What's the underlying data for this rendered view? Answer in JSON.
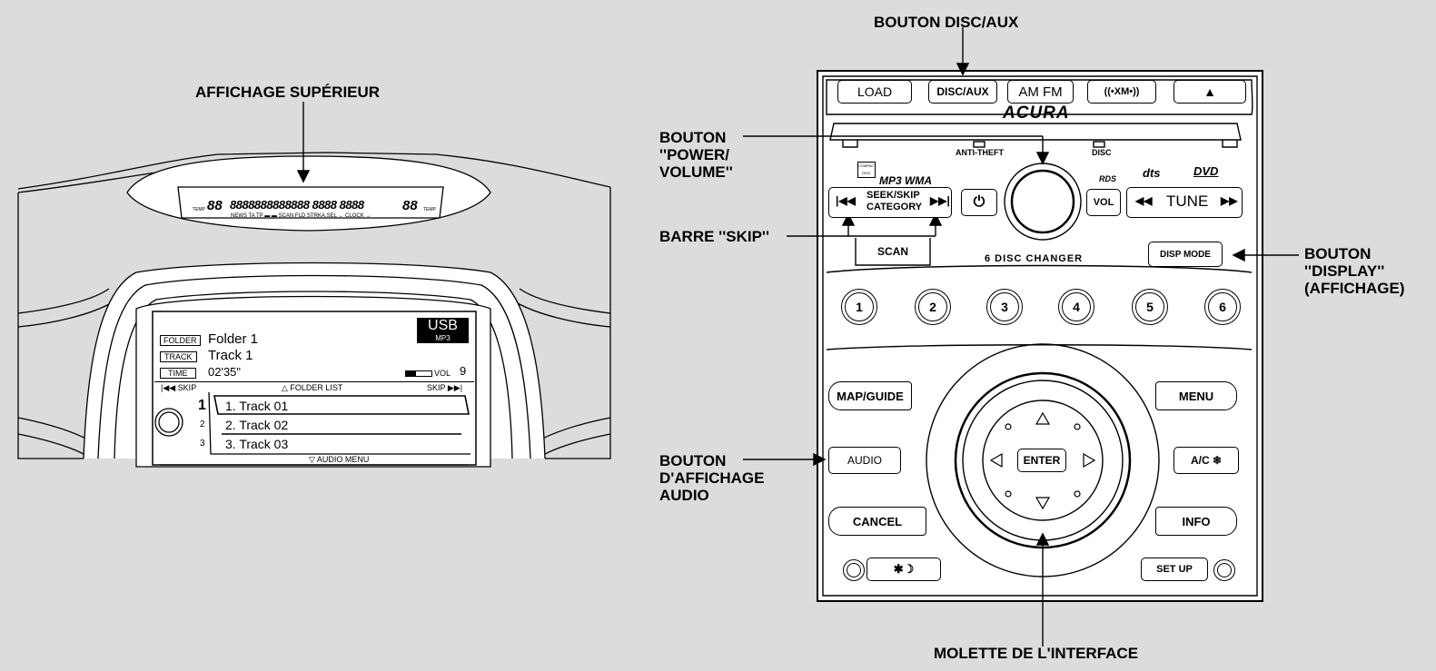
{
  "labels": {
    "affichage_superieur": "AFFICHAGE SUPÉRIEUR",
    "bouton_disc_aux": "BOUTON DISC/AUX",
    "bouton_power_volume": "BOUTON\n''POWER/\nVOLUME''",
    "barre_skip": "BARRE ''SKIP''",
    "bouton_display": "BOUTON\n''DISPLAY''\n(AFFICHAGE)",
    "bouton_affichage_audio": "BOUTON\nD'AFFICHAGE\nAUDIO",
    "molette": "MOLETTE DE L'INTERFACE"
  },
  "screen": {
    "source": "USB",
    "format": "MP3",
    "folder_tag": "FOLDER",
    "folder_name": "Folder 1",
    "track_tag": "TRACK",
    "track_name": "Track 1",
    "time_tag": "TIME",
    "time_value": "02'35\"",
    "vol_label": "VOL",
    "vol_value": "9",
    "skip_left": "|◀◀ SKIP",
    "folder_list": "△ FOLDER  LIST",
    "skip_right": "SKIP ▶▶|",
    "list_numbers": [
      "1",
      "2",
      "3"
    ],
    "tracks": [
      "1.  Track 01",
      "2.  Track 02",
      "3.  Track 03"
    ],
    "audio_menu": "▽ AUDIO MENU"
  },
  "upper_display": {
    "temp_left": "TEMP",
    "digits_left": "88",
    "segments": "8888888888888 8888 8888",
    "indicators": "NEWS TA TP ▬ ▬ SCAN  FLD  STRKA.SEL  ← CLOCK →",
    "digits_right": "88",
    "temp_right": "TEMP"
  },
  "console": {
    "top_buttons": [
      "LOAD",
      "DISC/AUX",
      "AM  FM",
      "((•XM•))",
      "▲"
    ],
    "brand": "ACURA",
    "anti_theft": "ANTI-THEFT",
    "disc_indicator": "DISC",
    "formats": "MP3 WMA",
    "cd_logo": "COMPACT DISC",
    "rds_logo": "RDS",
    "dts_logo": "dts",
    "dvd_logo": "DVD",
    "skip_prev": "|◀◀",
    "seek_skip": "SEEK/SKIP",
    "category": "CATEGORY",
    "skip_next": "▶▶|",
    "power_icon": "⏻",
    "vol": "VOL",
    "tune_prev": "◀◀",
    "tune": "TUNE",
    "tune_next": "▶▶",
    "scan": "SCAN",
    "changer": "6 DISC CHANGER",
    "disp_mode": "DISP MODE",
    "presets": [
      "1",
      "2",
      "3",
      "4",
      "5",
      "6"
    ],
    "map_guide": "MAP/GUIDE",
    "menu": "MENU",
    "audio": "AUDIO",
    "ac": "A/C ❄",
    "enter": "ENTER",
    "cancel": "CANCEL",
    "info": "INFO",
    "brightness": "✱☽",
    "setup": "SET UP"
  }
}
